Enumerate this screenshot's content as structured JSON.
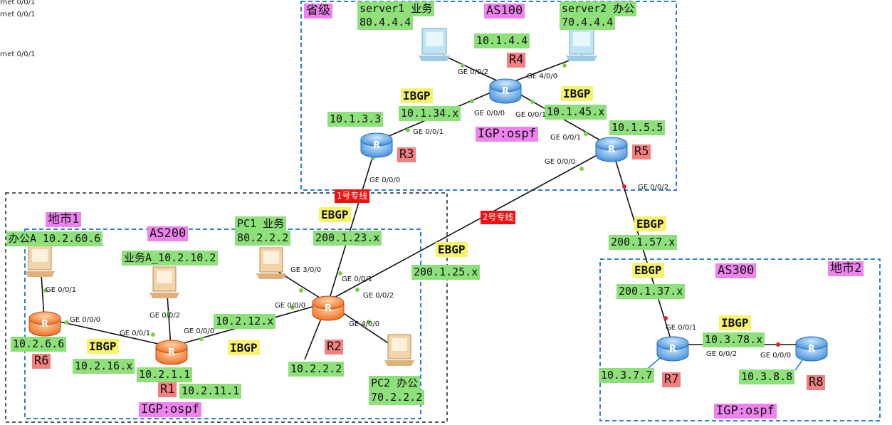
{
  "fragments": [
    "rnet 0/0/1",
    "rnet 0/0/1",
    "rnet 0/0/1"
  ],
  "regions": {
    "province": "省级",
    "city1": "地市1",
    "city2": "地市2"
  },
  "as_labels": {
    "as100": "AS100",
    "as200": "AS200",
    "as300": "AS300"
  },
  "routers": {
    "r1": "R1",
    "r2": "R2",
    "r3": "R3",
    "r4": "R4",
    "r5": "R5",
    "r6": "R6",
    "r7": "R7",
    "r8": "R8"
  },
  "hosts": {
    "server1_name": "server1 业务",
    "server1_ip": "80.4.4.4",
    "server2_name": "server2 办公",
    "server2_ip": "70.4.4.4",
    "pc1_name": "PC1 业务",
    "pc1_ip": "80.2.2.2",
    "pc2_name": "PC2 办公",
    "pc2_ip": "70.2.2.2",
    "office_a": "办公A 10.2.60.6",
    "business_a": "业务A_10.2.10.2"
  },
  "addresses": {
    "r4_lo": "10.1.4.4",
    "r3_lo": "10.1.3.3",
    "r5_lo": "10.1.5.5",
    "net_34": "10.1.34.x",
    "net_45": "10.1.45.x",
    "ebgp_23": "200.1.23.x",
    "ebgp_25": "200.1.25.x",
    "ebgp_57": "200.1.57.x",
    "ebgp_37": "200.1.37.x",
    "net_212": "10.2.12.x",
    "net_216": "10.2.16.x",
    "r6_lo": "10.2.6.6",
    "r1_lo": "10.2.1.1",
    "r1_lo2": "10.2.11.1",
    "r2_lo": "10.2.2.2",
    "r7_lo": "10.3.7.7",
    "r8_lo": "10.3.8.8",
    "net_378": "10.3.78.x"
  },
  "protocols": {
    "ibgp": "IBGP",
    "ebgp": "EBGP",
    "igp_ospf": "IGP:ospf"
  },
  "lines": {
    "line1": "1号专线",
    "line2": "2号专线"
  },
  "ports": {
    "r4_ge002": "GE 0/0/2",
    "r4_ge400": "GE 4/0/0",
    "r4_ge000": "GE 0/0/0",
    "r4_ge001": "GE 0/0/1",
    "r3_ge001": "GE 0/0/1",
    "r3_ge000": "GE 0/0/0",
    "r5_ge001": "GE 0/0/1",
    "r5_ge000": "GE 0/0/0",
    "r5_ge002": "GE 0/0/2",
    "r2_ge300": "GE 3/0/0",
    "r2_ge001": "GE 0/0/1",
    "r2_ge002": "GE 0/0/2",
    "r2_ge000": "GE 0/0/0",
    "r2_ge400": "GE 4/0/0",
    "r1_ge000": "GE 0/0/0",
    "r1_ge001": "GE 0/0/1",
    "r1_ge002": "GE 0/0/2",
    "r6_ge001": "GE 0/0/1",
    "r6_ge000": "GE 0/0/0",
    "r7_ge001": "GE 0/0/1",
    "r7_ge002": "GE 0/0/2",
    "r8_ge000": "GE 0/0/0"
  },
  "colors": {
    "router_blue": "#5aa6e6",
    "router_orange": "#f5833a",
    "label_green": "#8ee07a",
    "label_yellow": "#f7f46a",
    "label_magenta": "#ee82ee",
    "label_pink": "#f37f7f",
    "line_red": "#f01010",
    "boundary_blue": "#2a7de1",
    "boundary_black": "#222222",
    "link_dot": "#7bd04a"
  }
}
